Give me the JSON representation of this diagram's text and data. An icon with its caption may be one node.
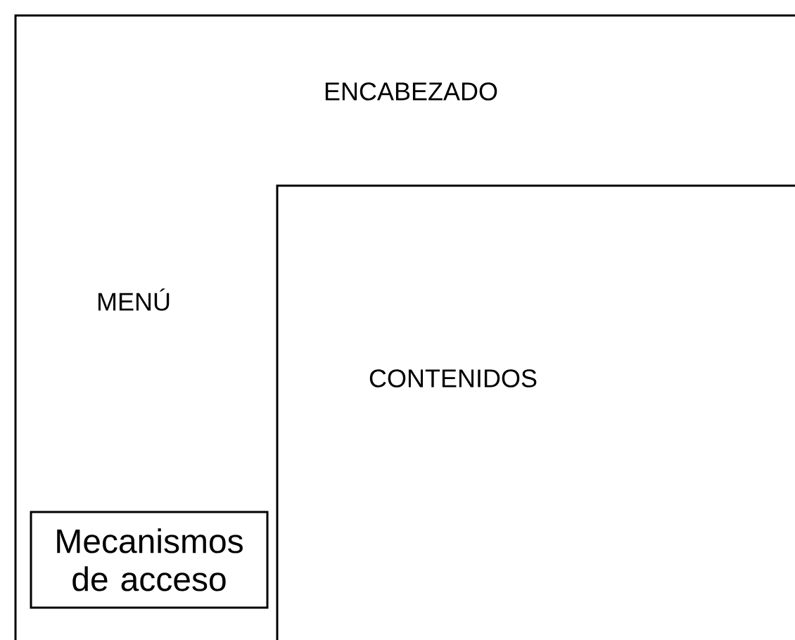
{
  "diagram": {
    "nodes": [
      {
        "text": [
          "ENCABEZADO",
          "MENÚ"
        ]
      },
      {
        "text": [
          "CONTENIDOS"
        ],
        "in": 0
      },
      {
        "text": [
          "Mecanismos de acceso"
        ],
        "in": 0
      }
    ]
  }
}
